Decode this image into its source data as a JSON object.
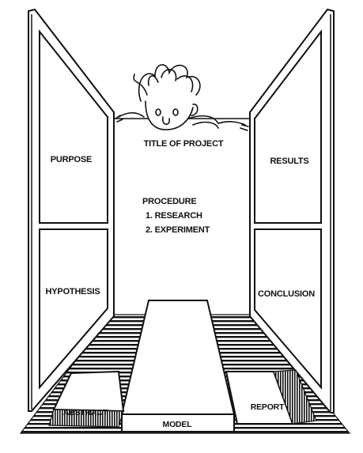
{
  "colors": {
    "ink": "#111111",
    "paper": "#ffffff"
  },
  "figure": {
    "title": "TITLE OF PROJECT",
    "left_panels": {
      "upper": "PURPOSE",
      "lower": "HYPOTHESIS"
    },
    "right_panels": {
      "upper": "RESULTS",
      "lower": "CONCLUSION"
    },
    "center": {
      "heading": "PROCEDURE",
      "steps": [
        "1. RESEARCH",
        "2. EXPERIMENT"
      ]
    },
    "table_items": {
      "left": "ABSTRACT",
      "center": "MODEL",
      "right": "REPORT"
    }
  },
  "icons": {
    "character": "peeking-kid-icon"
  }
}
